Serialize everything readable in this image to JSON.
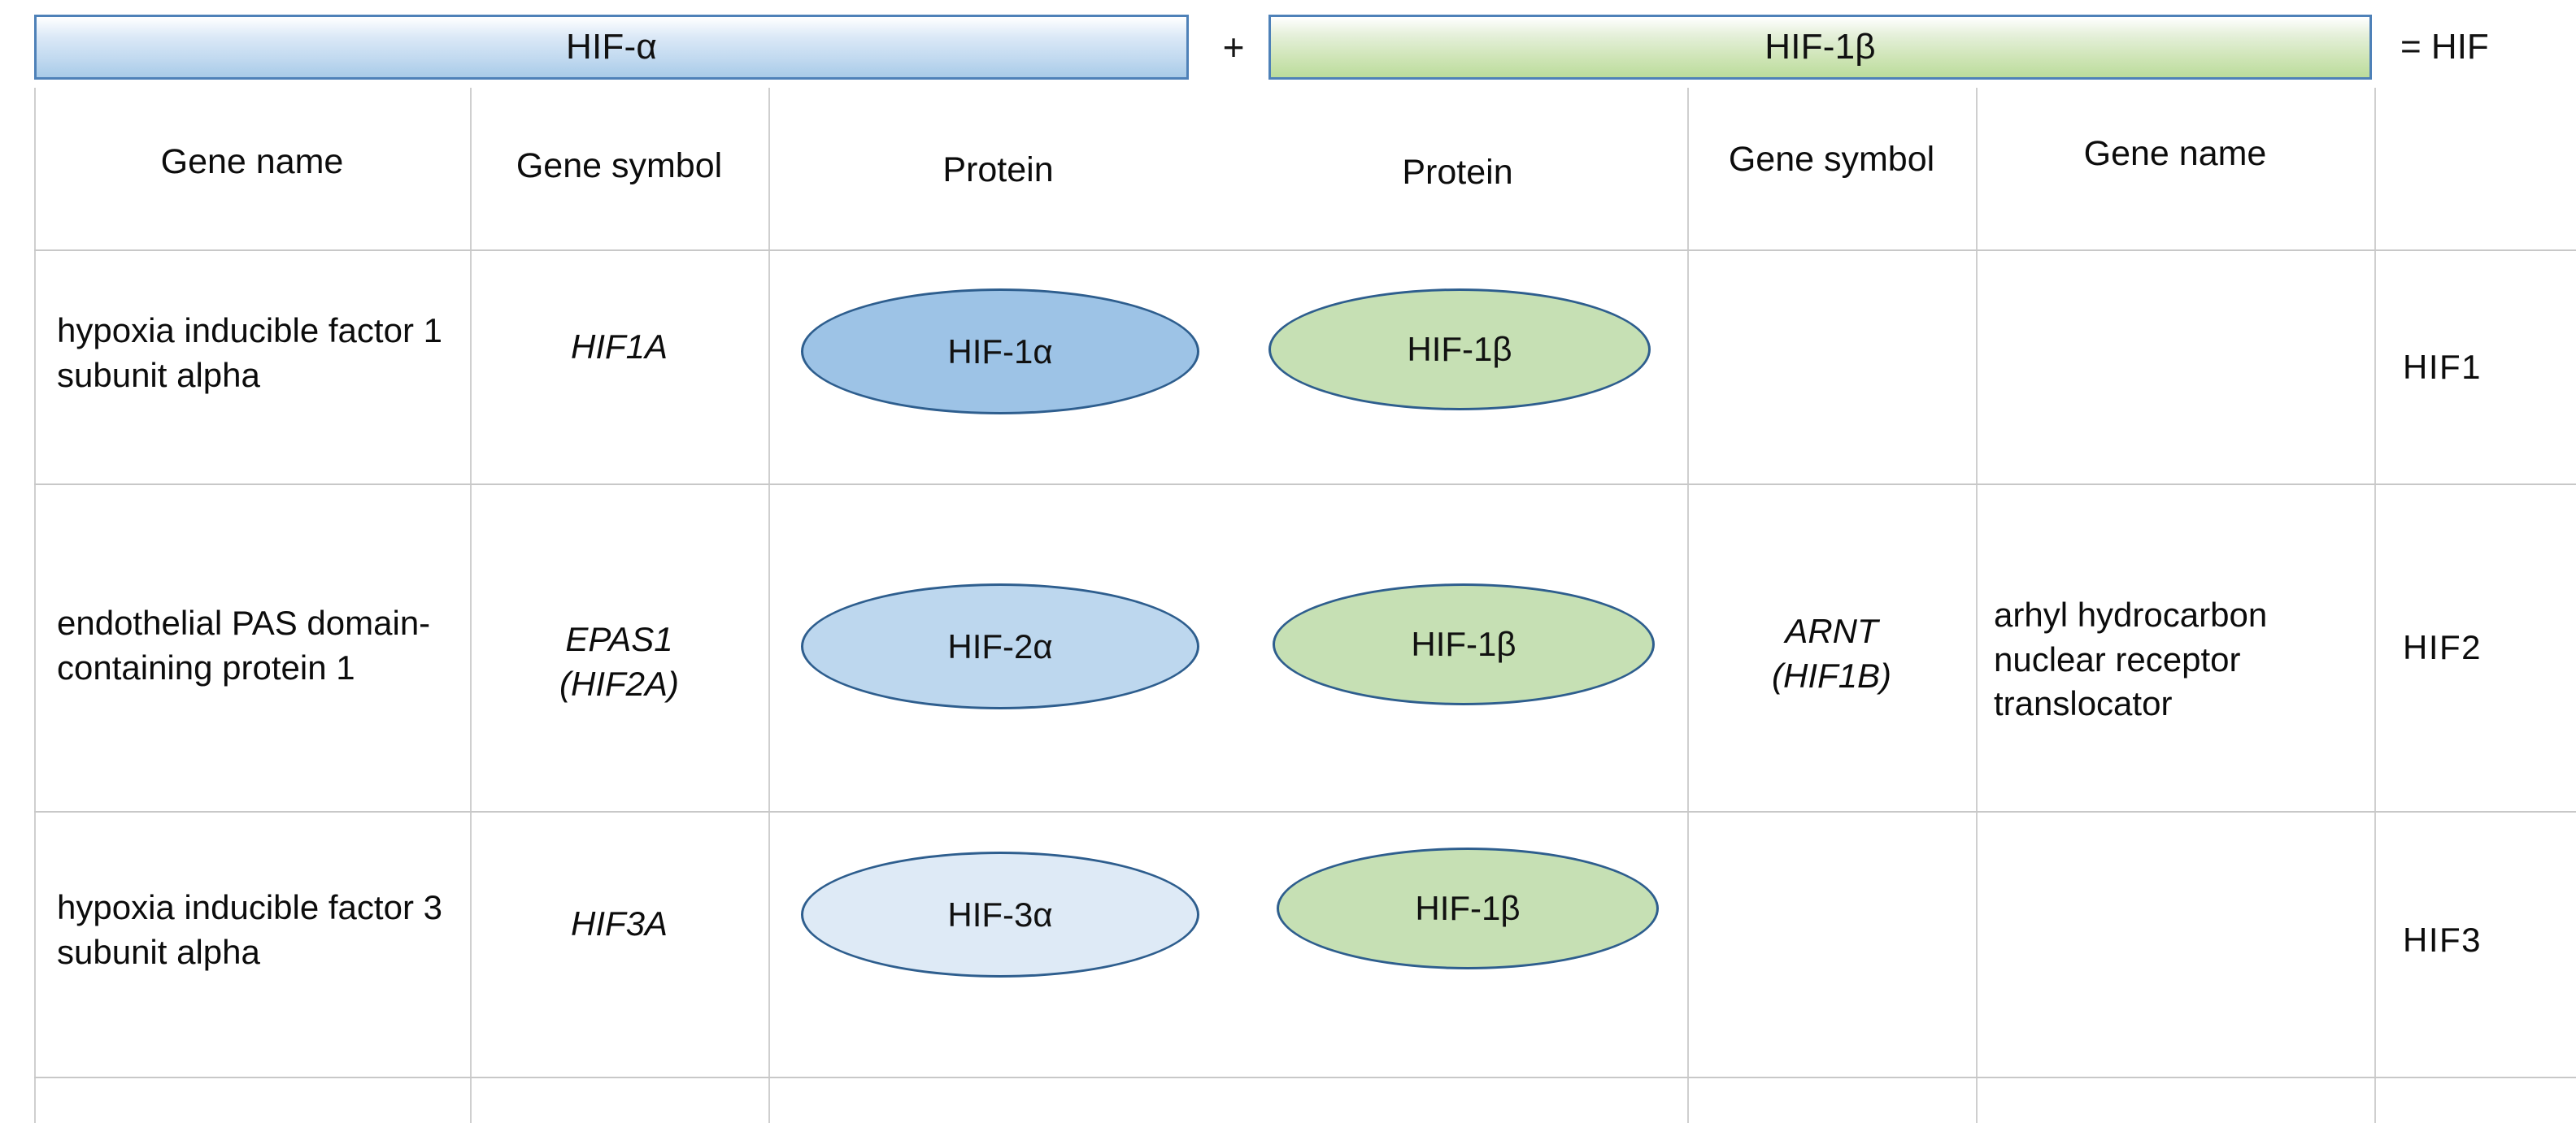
{
  "banner": {
    "alpha_label": "HIF-α",
    "plus_sign": "+",
    "beta_label": "HIF-1β",
    "equals_label": "= HIF"
  },
  "headers": {
    "gene_name_left": "Gene name",
    "gene_symbol_left": "Gene symbol",
    "protein_left": "Protein",
    "protein_right": "Protein",
    "gene_symbol_right": "Gene symbol",
    "gene_name_right": "Gene name",
    "complex_col": ""
  },
  "colors": {
    "alpha_bar_border": "#4E81B8",
    "alpha_bar_fill": "#A8CBE8",
    "beta_bar_border": "#4E81B8",
    "beta_bar_fill": "#BBDC9C",
    "ellipse_border": "#2E5E8E",
    "ellipse_blue_dark": "#9DC3E6",
    "ellipse_blue_mid": "#BDD7EE",
    "ellipse_blue_light": "#DEEAF6",
    "ellipse_green": "#C6E0B4",
    "grid_line": "#CFCFCF"
  },
  "rows": [
    {
      "gene_name_left": "hypoxia inducible factor 1 subunit alpha",
      "gene_symbol_left": "HIF1A",
      "protein_left": "HIF-1α",
      "protein_right": "HIF-1β",
      "gene_symbol_right": "",
      "gene_name_right": "",
      "complex": "HIF1"
    },
    {
      "gene_name_left": "endothelial PAS domain-containing protein 1",
      "gene_symbol_left": "EPAS1 (HIF2A)",
      "gene_symbol_left_line1": "EPAS1",
      "gene_symbol_left_line2": "(HIF2A)",
      "protein_left": "HIF-2α",
      "protein_right": "HIF-1β",
      "gene_symbol_right": "ARNT (HIF1B)",
      "gene_symbol_right_line1": "ARNT",
      "gene_symbol_right_line2": "(HIF1B)",
      "gene_name_right": "arhyl hydrocarbon nuclear receptor translocator",
      "complex": "HIF2"
    },
    {
      "gene_name_left": "hypoxia inducible factor 3 subunit alpha",
      "gene_symbol_left": "HIF3A",
      "protein_left": "HIF-3α",
      "protein_right": "HIF-1β",
      "gene_symbol_right": "",
      "gene_name_right": "",
      "complex": "HIF3"
    }
  ]
}
